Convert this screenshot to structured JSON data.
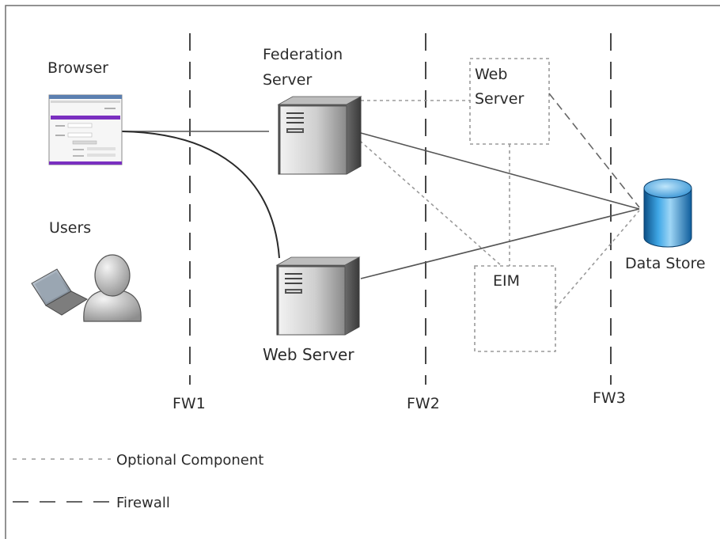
{
  "labels": {
    "browser": "Browser",
    "federation_server_line1": "Federation",
    "federation_server_line2": "Server",
    "web_server_optional_line1": "Web",
    "web_server_optional_line2": "Server",
    "users": "Users",
    "data_store": "Data Store",
    "eim": "EIM",
    "web_server": "Web Server",
    "fw1": "FW1",
    "fw2": "FW2",
    "fw3": "FW3"
  },
  "legend": {
    "optional_component": "Optional Component",
    "firewall": "Firewall"
  },
  "icons": {
    "browser": "browser-window-icon",
    "users": "user-with-laptop-icon",
    "federation_server": "tower-server-icon",
    "web_server": "tower-server-icon",
    "data_store": "database-cylinder-icon"
  },
  "colors": {
    "line": "#555555",
    "dashed_firewall": "#333333",
    "dotted_optional": "#9a9a9a",
    "browser_accent": "#7a2fc0",
    "database_blue": "#1d7fc4"
  }
}
